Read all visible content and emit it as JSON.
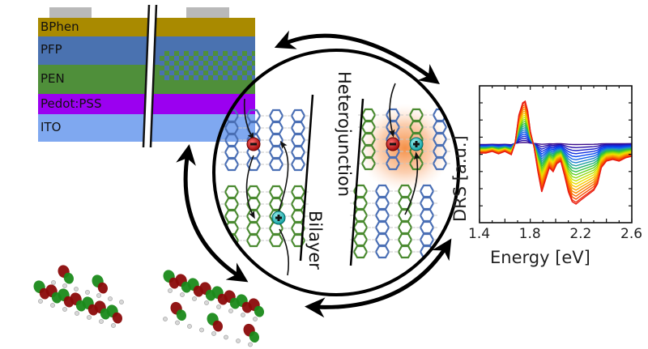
{
  "device_stack": {
    "layers": [
      {
        "label": "BPhen",
        "color": "#a98a00"
      },
      {
        "label": "PFP",
        "color": "#4a72b0"
      },
      {
        "label": "PEN",
        "color": "#4f8f3a"
      },
      {
        "label": "Pedot:PSS",
        "color": "#9b00f0"
      },
      {
        "label": "ITO",
        "color": "#7fa8f0"
      }
    ],
    "electrode_color": "#b9b9b9",
    "right_section": "mixed PFP/PEN checkerboard heterojunction"
  },
  "interface_circle": {
    "labels": {
      "bilayer": "Bilayer",
      "heterojunction": "Heterojunction"
    },
    "molecule_colors": {
      "pfp": "#4a6fb5",
      "pen": "#4a8a30"
    },
    "charges": {
      "electron": "−",
      "hole": "+",
      "electron_color": "#d01c1c",
      "hole_color": "#20c0c0"
    },
    "glow_color": "#f58a3c"
  },
  "orbitals": {
    "lobe_colors": [
      "#8b0a0a",
      "#1a8a1a"
    ]
  },
  "chart_data": {
    "type": "line",
    "title": "",
    "xlabel": "Energy [eV]",
    "ylabel": "DRS [a.u.]",
    "xlim": [
      1.4,
      2.6
    ],
    "ylim": [
      -0.98,
      0.71
    ],
    "xticks": [
      1.4,
      1.8,
      2.2,
      2.6
    ],
    "xtick_labels": [
      "1.4",
      "1.8",
      "2.2",
      "2.6"
    ],
    "grid": false,
    "legend": "none",
    "x": [
      1.4,
      1.45,
      1.5,
      1.55,
      1.6,
      1.65,
      1.68,
      1.71,
      1.74,
      1.76,
      1.78,
      1.8,
      1.83,
      1.86,
      1.89,
      1.92,
      1.95,
      1.98,
      2.01,
      2.04,
      2.07,
      2.1,
      2.13,
      2.16,
      2.2,
      2.25,
      2.3,
      2.33,
      2.36,
      2.4,
      2.45,
      2.5,
      2.55,
      2.6
    ],
    "series_shape": {
      "description": "Family of ~20 spectra colored from violet (weakest) to red (strongest); each is the base shape scaled by its amplitude",
      "base_shape": [
        -0.12,
        -0.12,
        -0.1,
        -0.13,
        -0.1,
        -0.14,
        0.0,
        0.35,
        0.5,
        0.52,
        0.4,
        0.15,
        -0.05,
        -0.35,
        -0.6,
        -0.45,
        -0.3,
        -0.35,
        -0.25,
        -0.22,
        -0.4,
        -0.6,
        -0.72,
        -0.75,
        -0.7,
        -0.64,
        -0.58,
        -0.5,
        -0.3,
        -0.22,
        -0.2,
        -0.22,
        -0.18,
        -0.16
      ],
      "amplitudes": [
        0.02,
        0.07,
        0.12,
        0.17,
        0.22,
        0.27,
        0.32,
        0.37,
        0.42,
        0.47,
        0.52,
        0.57,
        0.62,
        0.67,
        0.72,
        0.77,
        0.82,
        0.87,
        0.92,
        0.97,
        1.0
      ],
      "colors": [
        "#3a0a8a",
        "#2a10a8",
        "#1a20c8",
        "#1030e0",
        "#0848f0",
        "#1060e8",
        "#1a80d0",
        "#20a0a0",
        "#20b070",
        "#30c040",
        "#60d020",
        "#90d810",
        "#c0e000",
        "#e8e000",
        "#f8c800",
        "#f8a800",
        "#f88800",
        "#f86a00",
        "#f84e00",
        "#f03010",
        "#e81a10"
      ]
    }
  }
}
